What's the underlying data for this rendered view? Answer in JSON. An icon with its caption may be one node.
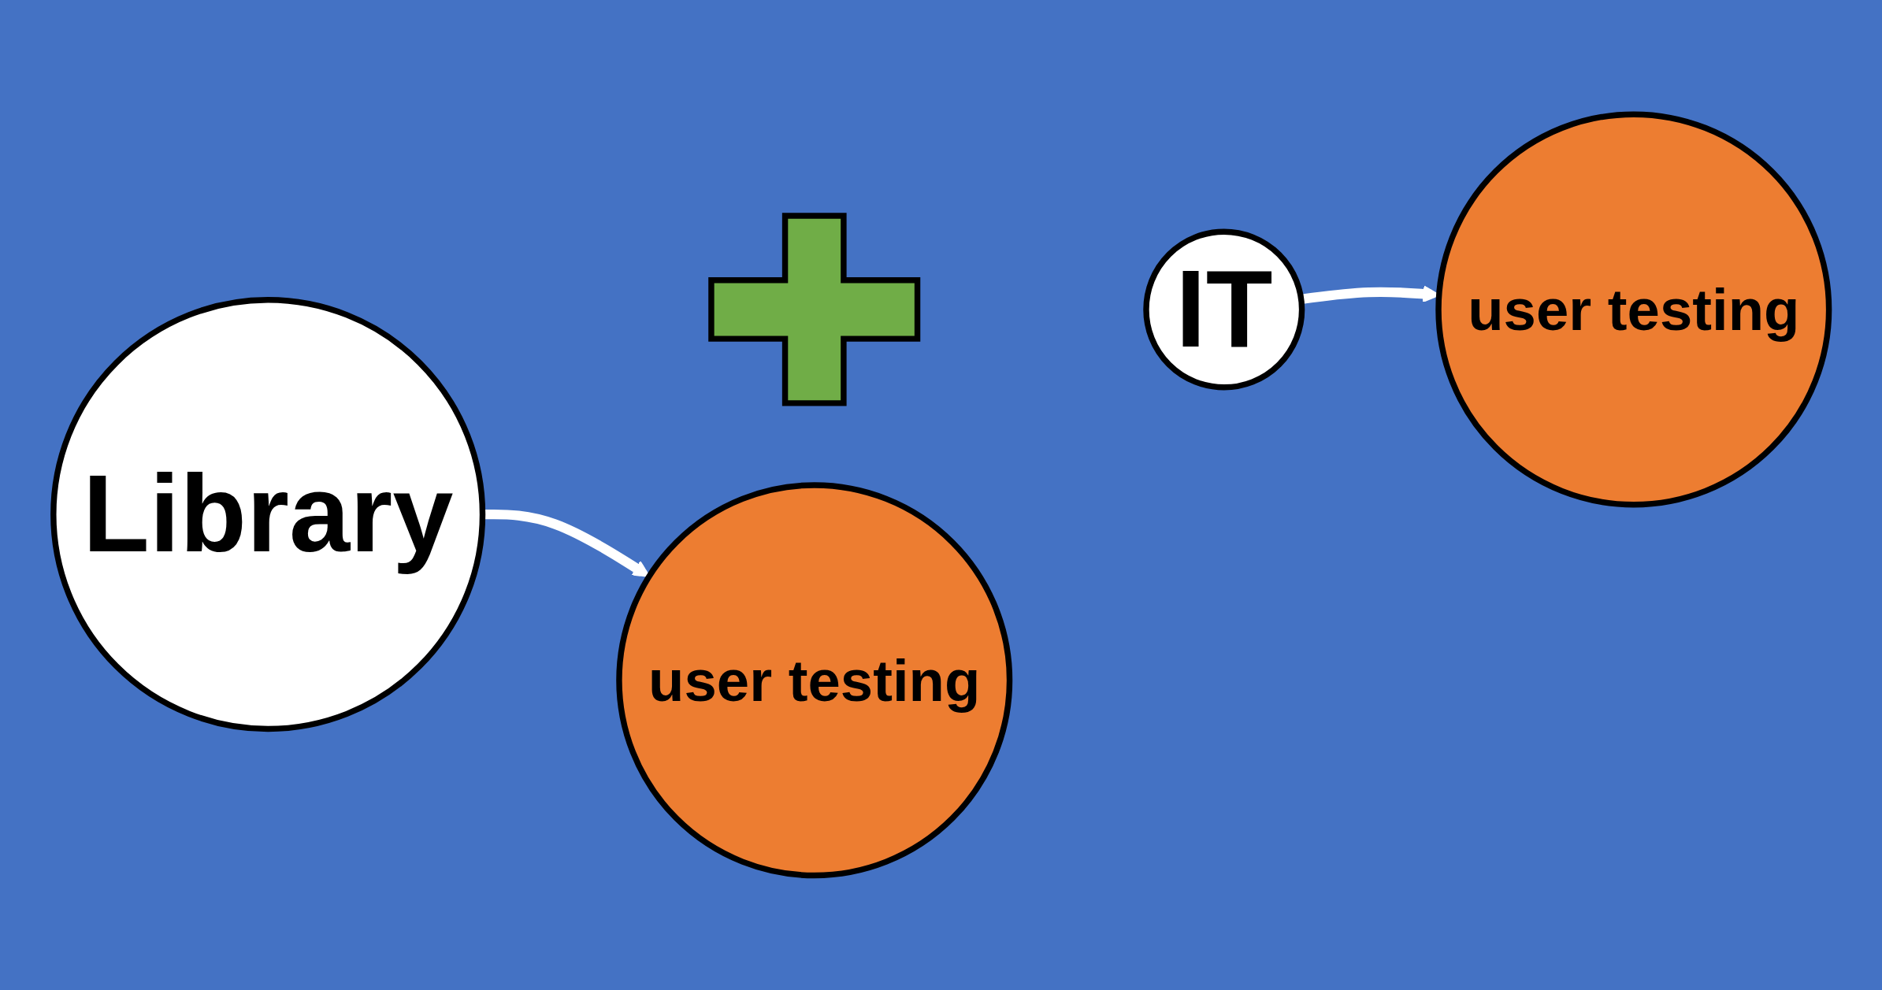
{
  "diagram": {
    "nodes": [
      {
        "text": [
          "user testing"
        ]
      },
      {
        "text": [
          "Library"
        ]
      },
      {
        "text": [],
        "shape": "cross"
      },
      {
        "text": [
          "IT"
        ]
      },
      {
        "text": [
          "user testing"
        ]
      }
    ],
    "edges": [
      {
        "from": 3,
        "to": 0,
        "arrow": "to"
      },
      {
        "from": 1,
        "to": 4,
        "arrow": "to"
      }
    ]
  }
}
